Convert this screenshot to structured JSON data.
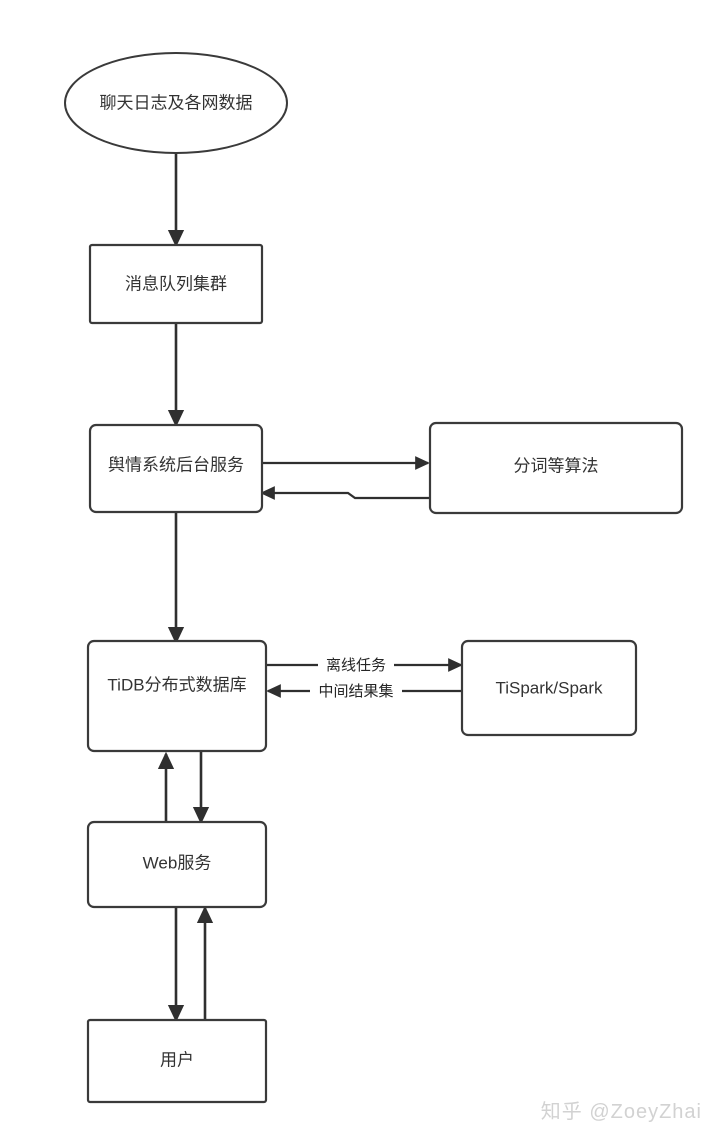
{
  "diagram": {
    "type": "flowchart",
    "title": "",
    "background_color": "#ffffff",
    "stroke_color": "#2f2f2f",
    "node_fill": "#ffffff",
    "nodes": [
      {
        "id": "source",
        "shape": "ellipse",
        "label": "聊天日志及各网数据"
      },
      {
        "id": "mq",
        "shape": "rectangle",
        "label": "消息队列集群"
      },
      {
        "id": "backend",
        "shape": "rectangle",
        "label": "舆情系统后台服务"
      },
      {
        "id": "algo",
        "shape": "rectangle",
        "label": "分词等算法"
      },
      {
        "id": "tidb",
        "shape": "rectangle",
        "label": "TiDB分布式数据库"
      },
      {
        "id": "spark",
        "shape": "rectangle",
        "label": "TiSpark/Spark"
      },
      {
        "id": "web",
        "shape": "rectangle",
        "label": "Web服务"
      },
      {
        "id": "user",
        "shape": "rectangle",
        "label": "用户"
      }
    ],
    "edges": [
      {
        "from": "source",
        "to": "mq",
        "label": "",
        "direction": "down"
      },
      {
        "from": "mq",
        "to": "backend",
        "label": "",
        "direction": "down"
      },
      {
        "from": "backend",
        "to": "algo",
        "label": "",
        "direction": "right"
      },
      {
        "from": "algo",
        "to": "backend",
        "label": "",
        "direction": "left"
      },
      {
        "from": "backend",
        "to": "tidb",
        "label": "",
        "direction": "down"
      },
      {
        "from": "tidb",
        "to": "spark",
        "label": "离线任务",
        "direction": "right"
      },
      {
        "from": "spark",
        "to": "tidb",
        "label": "中间结果集",
        "direction": "left"
      },
      {
        "from": "web",
        "to": "tidb",
        "label": "",
        "direction": "up"
      },
      {
        "from": "tidb",
        "to": "web",
        "label": "",
        "direction": "down"
      },
      {
        "from": "web",
        "to": "user",
        "label": "",
        "direction": "down"
      },
      {
        "from": "user",
        "to": "web",
        "label": "",
        "direction": "up"
      }
    ],
    "edge_labels": {
      "offline_task": "离线任务",
      "intermediate_result": "中间结果集"
    }
  },
  "watermark": {
    "text": "知乎 @ZoeyZhai",
    "color": "#d2d2d2"
  }
}
